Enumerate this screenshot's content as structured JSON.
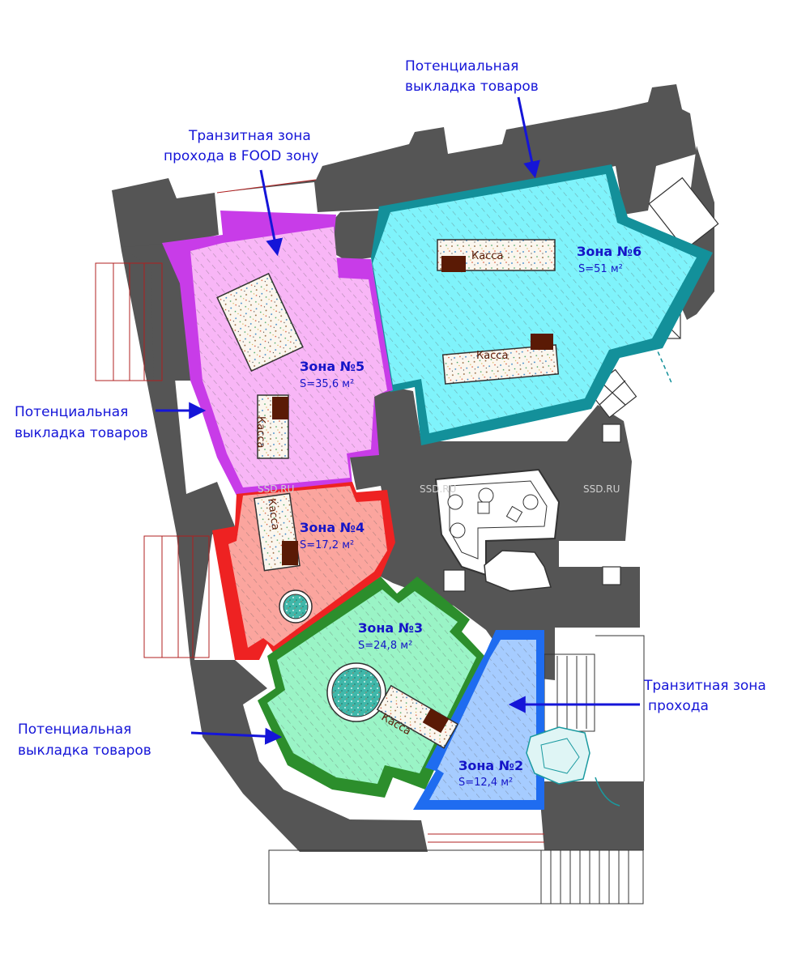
{
  "annotations": {
    "top_right": [
      "Потенциальная",
      "выкладка товаров"
    ],
    "top_left": [
      "Транзитная зона",
      "прохода в FOOD зону"
    ],
    "mid_left": [
      "Потенциальная",
      "выкладка товаров"
    ],
    "bottom_left": [
      "Потенциальная",
      "выкладка товаров"
    ],
    "bottom_right": [
      "Транзитная зона",
      "прохода"
    ]
  },
  "zones": [
    {
      "id": "zone2",
      "title": "Зона №2",
      "area": "S=12,4 м²",
      "fill": "#a6ccff",
      "border": "#1f6cf0"
    },
    {
      "id": "zone3",
      "title": "Зона №3",
      "area": "S=24,8 м²",
      "fill": "#9af4c6",
      "border": "#2c8e2c"
    },
    {
      "id": "zone4",
      "title": "Зона №4",
      "area": "S=17,2 м²",
      "fill": "#fba59e",
      "border": "#ee2222"
    },
    {
      "id": "zone5",
      "title": "Зона №5",
      "area": "S=35,6 м²",
      "fill": "#f8b6f6",
      "border": "#c83ce8"
    },
    {
      "id": "zone6",
      "title": "Зона №6",
      "area": "S=51 м²",
      "fill": "#7ff3fb",
      "border": "#13909a"
    }
  ],
  "kassa_label": "Касса",
  "watermark": "SSD.RU",
  "colors": {
    "wall": "#555555",
    "annotation": "#1515d8",
    "counter_top": "#5a1a05"
  }
}
